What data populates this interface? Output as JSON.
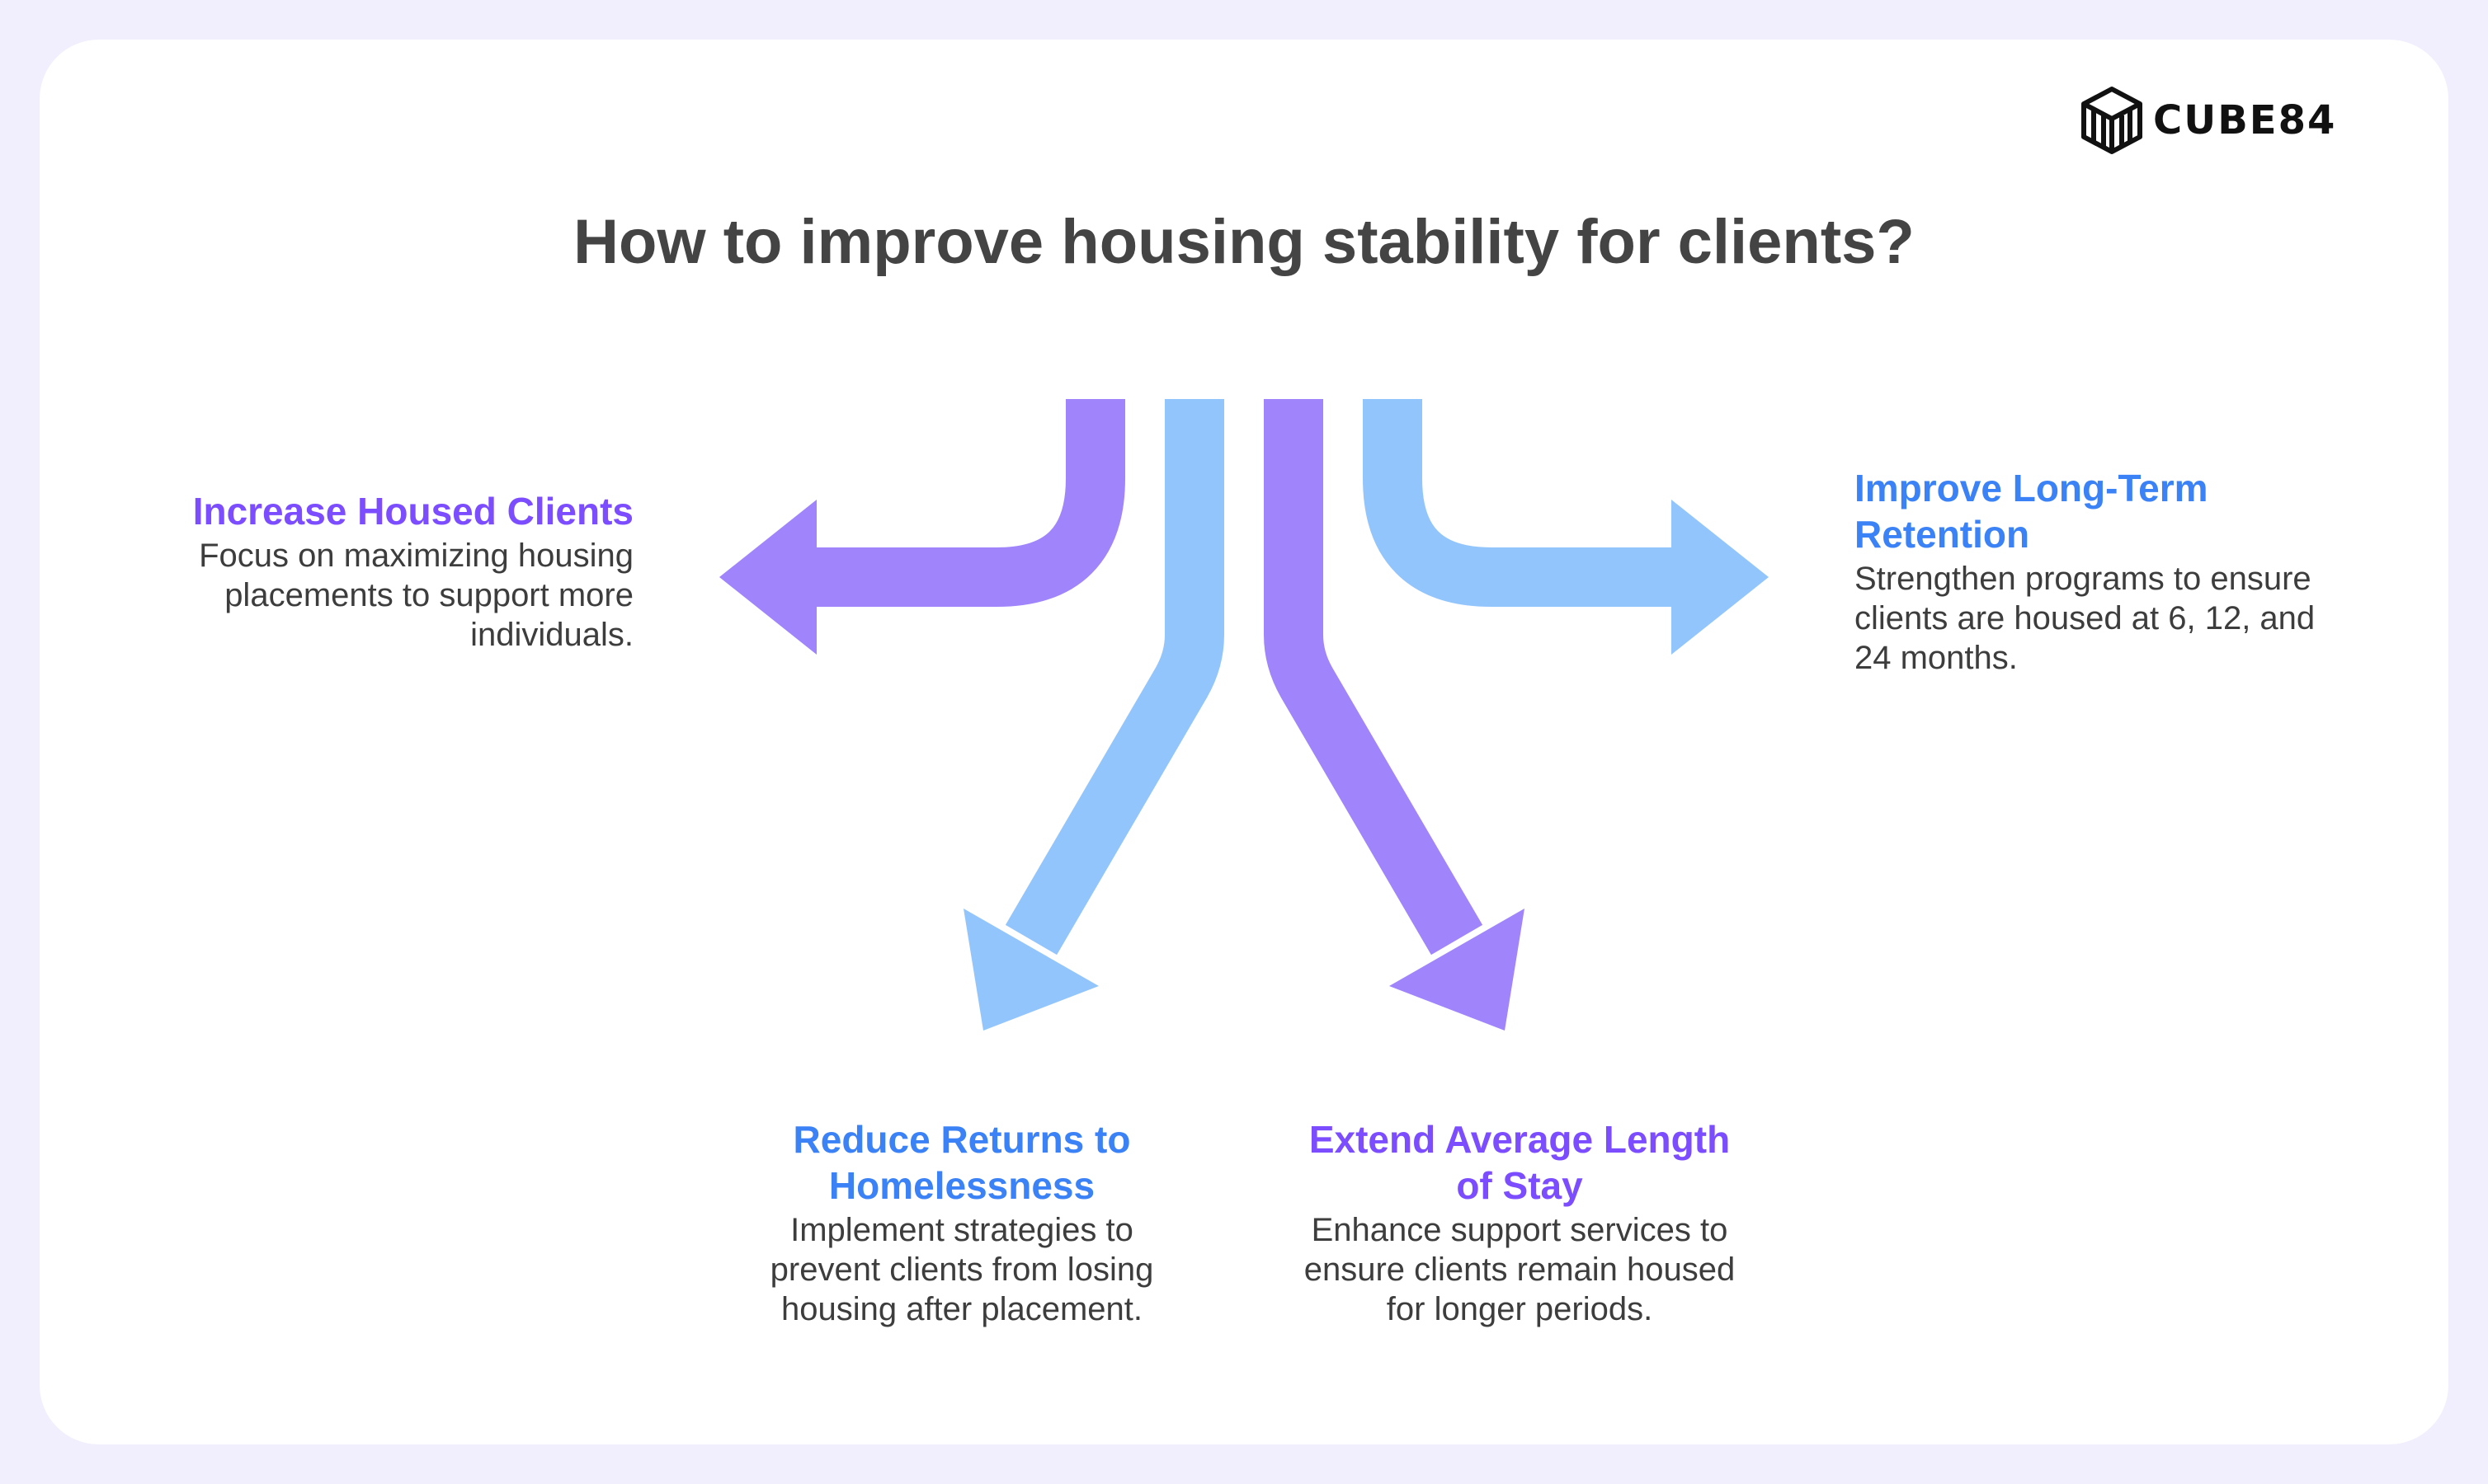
{
  "title": "How to improve housing stability for clients?",
  "logo": {
    "text": "CUBE84",
    "icon": "cube-logo-icon"
  },
  "colors": {
    "purple": "#a084fc",
    "blue": "#93c5fd",
    "purple_text": "#7c4dff",
    "blue_text": "#3b82f6"
  },
  "branches": [
    {
      "heading": "Increase Housed Clients",
      "description": "Focus on maximizing housing placements to support more individuals."
    },
    {
      "heading": "Reduce Returns to Homelessness",
      "description": "Implement strategies to prevent clients from losing housing after placement."
    },
    {
      "heading": "Extend Average Length of Stay",
      "description": "Enhance support services to ensure clients remain housed for longer periods."
    },
    {
      "heading": "Improve Long-Term Retention",
      "description": "Strengthen programs to ensure clients are housed at 6, 12, and 24 months."
    }
  ]
}
